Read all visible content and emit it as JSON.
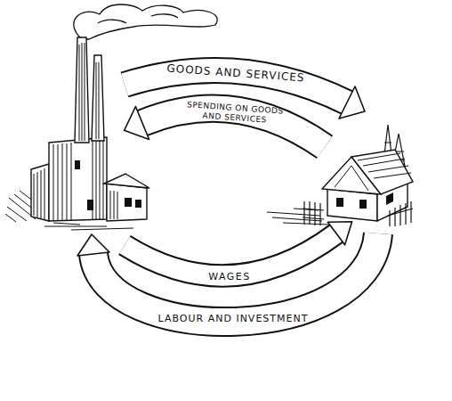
{
  "diagram": {
    "labels": [
      "GOODS AND SERVICES",
      "SPENDING ON GOODS AND SERVICES",
      "WAGES",
      "LABOUR AND INVESTMENT"
    ]
  }
}
